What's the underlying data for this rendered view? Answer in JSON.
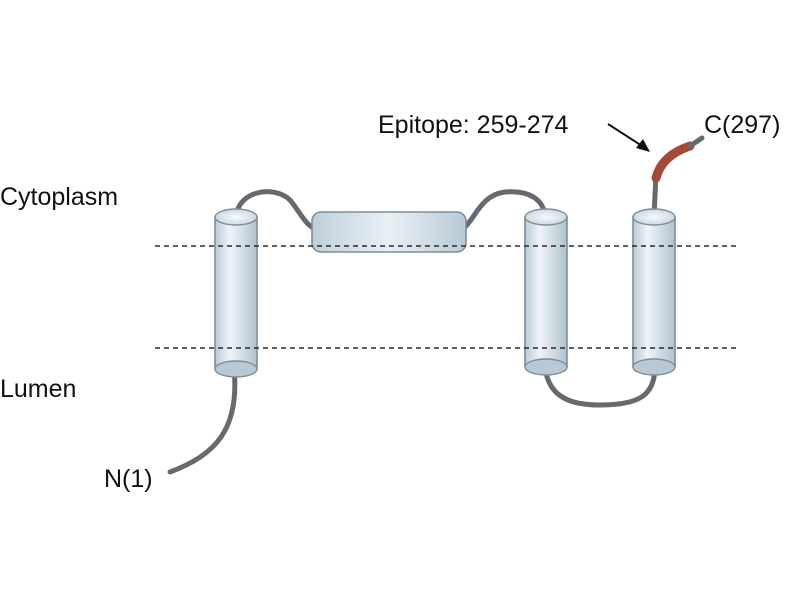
{
  "regions": {
    "cytoplasm": "Cytoplasm",
    "lumen": "Lumen"
  },
  "termini": {
    "n_terminus": "N(1)",
    "c_terminus": "C(297)"
  },
  "epitope": {
    "label": "Epitope: 259-274",
    "color": "#a24a36"
  },
  "colors": {
    "helix_fill_light": "#e9f1f6",
    "helix_fill_dark": "#b5c6d2",
    "helix_stroke": "#7f8d98",
    "loop_stroke": "#666a6e",
    "membrane_line": "#2b2b2b"
  },
  "structure": {
    "transmembrane_helices": 3,
    "amphipathic_helices": 1
  }
}
